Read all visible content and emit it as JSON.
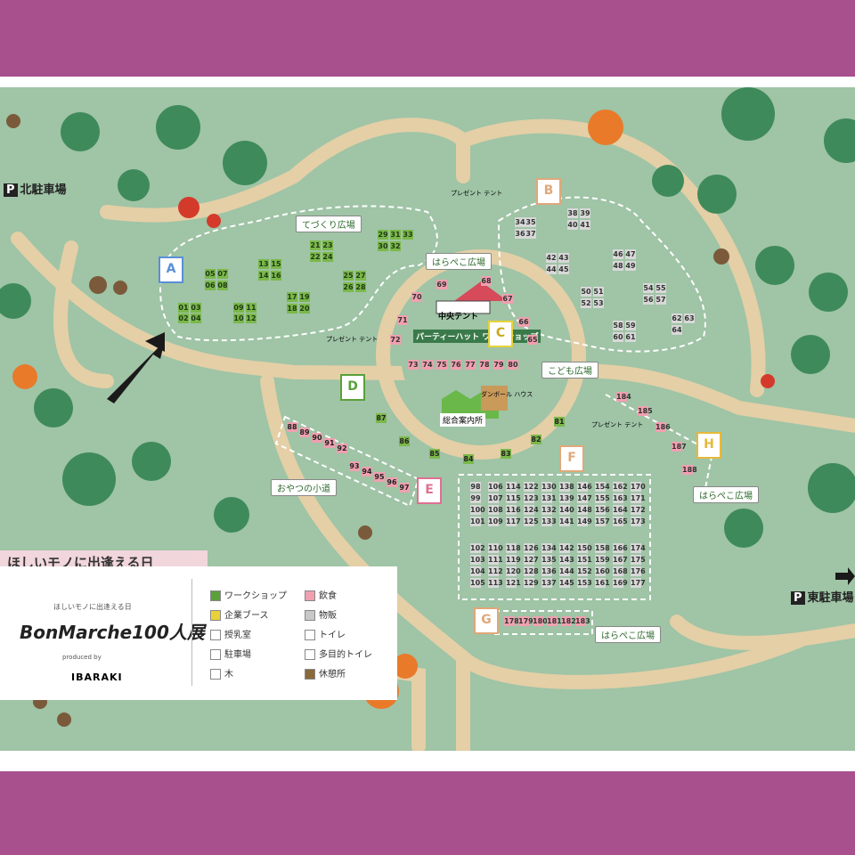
{
  "parking": {
    "north": "北駐車場",
    "east": "東駐車場"
  },
  "areas": {
    "tezukuri": "てづくり広場",
    "harapeko1": "はらぺこ広場",
    "harapeko2": "はらぺこ広場",
    "harapeko3": "はらぺこ広場",
    "kodomo": "こども広場",
    "oyatsu": "おやつの小道",
    "center_tent": "中央テント",
    "party": "パーティーハット ワークショップ",
    "info": "総合案内所",
    "cardboard": "ダンボール ハウス",
    "present": "プレゼント テント"
  },
  "zones": [
    "A",
    "B",
    "C",
    "D",
    "E",
    "F",
    "G",
    "H"
  ],
  "zone_A_stalls": [
    "01",
    "02",
    "03",
    "04",
    "05",
    "06",
    "07",
    "08",
    "09",
    "10",
    "11",
    "12",
    "13",
    "14",
    "15",
    "16",
    "17",
    "18",
    "19",
    "20",
    "21",
    "22",
    "23",
    "24",
    "25",
    "26",
    "27",
    "28",
    "29",
    "30",
    "31",
    "32",
    "33"
  ],
  "zone_B_stalls": [
    "34",
    "35",
    "36",
    "37",
    "38",
    "39",
    "40",
    "41",
    "42",
    "43",
    "44",
    "45",
    "46",
    "47",
    "48",
    "49",
    "50",
    "51",
    "52",
    "53",
    "54",
    "55",
    "56",
    "57",
    "58",
    "59",
    "60",
    "61",
    "62",
    "63",
    "64"
  ],
  "zone_C_stalls": [
    "65",
    "66",
    "67",
    "68",
    "69",
    "70",
    "71",
    "72",
    "73",
    "74",
    "75",
    "76",
    "77",
    "78",
    "79",
    "80"
  ],
  "zone_D_stalls": [
    "81",
    "82",
    "83",
    "84",
    "85",
    "86",
    "87",
    "88",
    "89",
    "90",
    "91",
    "92",
    "93",
    "94",
    "95",
    "96",
    "97"
  ],
  "zone_H_stalls": [
    "184",
    "185",
    "186",
    "187",
    "188"
  ],
  "zone_G_stalls": [
    "178",
    "179",
    "180",
    "181",
    "182",
    "183"
  ],
  "zone_F_cols": [
    [
      "98",
      "99",
      "100",
      "101"
    ],
    [
      "106",
      "107",
      "108",
      "109"
    ],
    [
      "114",
      "115",
      "116",
      "117"
    ],
    [
      "122",
      "123",
      "124",
      "125"
    ],
    [
      "130",
      "131",
      "132",
      "133"
    ],
    [
      "138",
      "139",
      "140",
      "141"
    ],
    [
      "146",
      "147",
      "148",
      "149"
    ],
    [
      "154",
      "155",
      "156",
      "157"
    ],
    [
      "162",
      "163",
      "164",
      "165"
    ],
    [
      "170",
      "171",
      "172",
      "173"
    ]
  ],
  "zone_F_cols2": [
    [
      "102",
      "103",
      "104",
      "105"
    ],
    [
      "110",
      "111",
      "112",
      "113"
    ],
    [
      "118",
      "119",
      "120",
      "121"
    ],
    [
      "126",
      "127",
      "128",
      "129"
    ],
    [
      "134",
      "135",
      "136",
      "137"
    ],
    [
      "142",
      "143",
      "144",
      "145"
    ],
    [
      "150",
      "151",
      "152",
      "153"
    ],
    [
      "158",
      "159",
      "160",
      "161"
    ],
    [
      "166",
      "167",
      "168",
      "169"
    ],
    [
      "174",
      "175",
      "176",
      "177"
    ]
  ],
  "legend": {
    "headline": "ほしいモノに出逢える日",
    "logo_sub": "ほしいモノに出逢える日",
    "logo_main": "BonMarche100人展",
    "produced": "produced by",
    "region": "IBARAKI",
    "items": [
      {
        "label": "ワークショップ",
        "color": "#5aa13a"
      },
      {
        "label": "飲食",
        "color": "#f0a0b0"
      },
      {
        "label": "企業ブース",
        "color": "#e8d23a"
      },
      {
        "label": "物販",
        "color": "#c8c8c8"
      },
      {
        "label": "授乳室",
        "color": "#ffffff"
      },
      {
        "label": "トイレ",
        "color": "#ffffff"
      },
      {
        "label": "駐車場",
        "color": "#ffffff"
      },
      {
        "label": "多目的トイレ",
        "color": "#ffffff"
      },
      {
        "label": "木",
        "color": "#ffffff"
      },
      {
        "label": "休憩所",
        "color": "#8a6a3a"
      }
    ]
  }
}
